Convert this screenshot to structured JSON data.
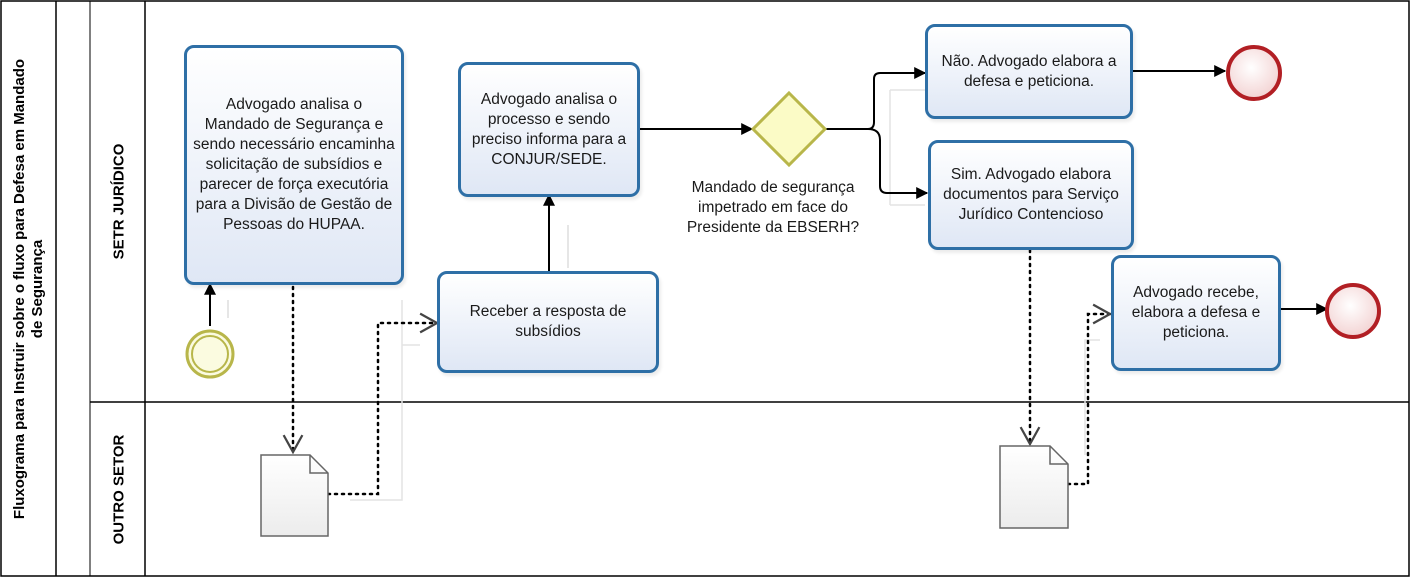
{
  "pool": {
    "title_line1": "Fluxograma para Instruir sobre o fluxo para Defesa em Mandado",
    "title_line2": "de Segurança"
  },
  "lanes": [
    {
      "label": "SETR JURÍDICO"
    },
    {
      "label": "OUTRO SETOR"
    }
  ],
  "tasks": {
    "analisa_mandado": "Advogado analisa o Mandado de Segurança e sendo necessário encaminha solicitação de subsídios e parecer de força executória para a Divisão de Gestão de Pessoas do HUPAA.",
    "analisa_processo": "Advogado analisa o processo e sendo preciso informa para a CONJUR/SEDE.",
    "receber_resposta": "Receber a resposta de subsídios",
    "nao_advogado": "Não. Advogado elabora a defesa e peticiona.",
    "sim_advogado": "Sim. Advogado elabora documentos para Serviço Jurídico Contencioso",
    "recebe_elabora": "Advogado recebe, elabora a defesa e peticiona."
  },
  "gateway": {
    "question": "Mandado de segurança impetrado em face do Presidente da EBSERH?"
  },
  "colors": {
    "task_border": "#2e6fa6",
    "start_event": "#b8b64a",
    "end_event": "#b21f24",
    "gateway_fill": "#fbfbc6",
    "gateway_border": "#b8b64a"
  }
}
